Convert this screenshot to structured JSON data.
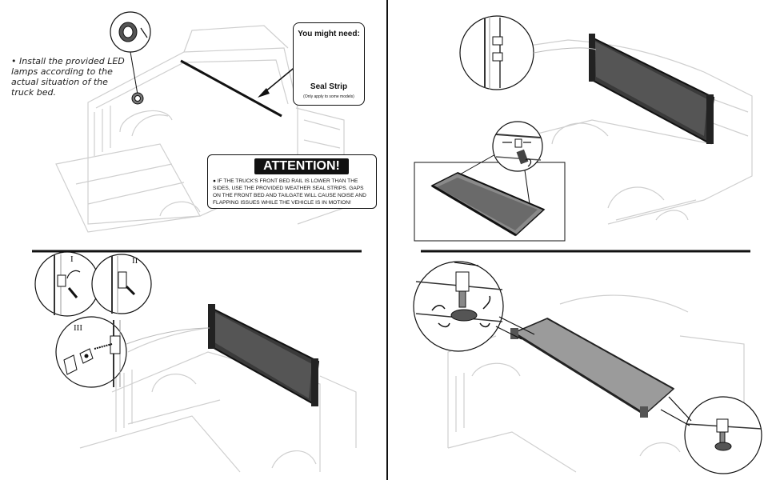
{
  "led_note": {
    "text": "Install the provided LED lamps according to the actual situation of the truck bed."
  },
  "might_need": {
    "title": "You might need:",
    "item": "Seal Strip",
    "sub": "(Only apply to some models)"
  },
  "attention": {
    "title": "ATTENTION!",
    "body": "IF THE TRUCK'S FRONT BED RAIL IS LOWER THAN THE SIDES, USE THE PROVIDED WEATHER SEAL STRIPS. GAPS ON THE FRONT BED AND TAILGATE WILL CAUSE NOISE AND FLAPPING ISSUES WHILE THE VEHICLE IS IN MOTION!"
  },
  "steps": {
    "one": "I",
    "two": "II",
    "three": "III"
  },
  "colors": {
    "line": "#111111",
    "truck": "#cfcfcf",
    "panel": "#3a3a3a",
    "panel_light": "#8a8a8a"
  }
}
